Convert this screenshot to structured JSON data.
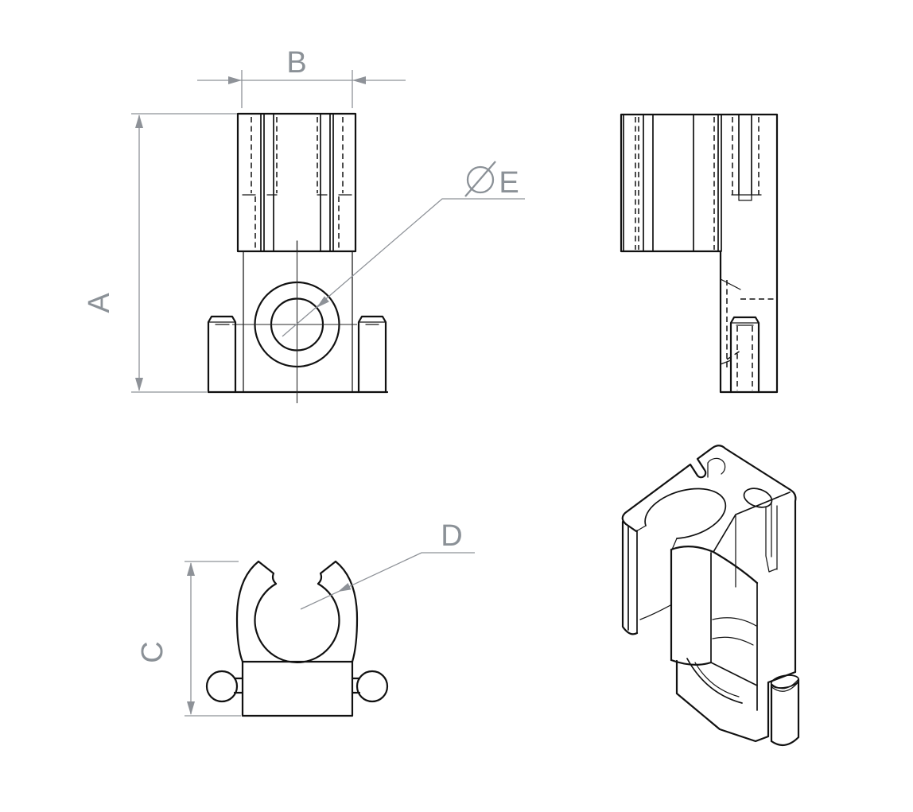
{
  "drawing": {
    "type": "engineering-multiview-technical-drawing",
    "part": "pipe-clip",
    "colors": {
      "background": "#ffffff",
      "geometry_line": "#111111",
      "dimension_line": "#8e9298",
      "label_text": "#8b9197"
    },
    "views": {
      "front": "front-view",
      "side": "side-view",
      "top": "top-view",
      "iso": "isometric-view"
    }
  },
  "dimensions": {
    "A": {
      "label": "A",
      "type": "linear-vertical",
      "view": "front"
    },
    "B": {
      "label": "B",
      "type": "linear-horizontal",
      "view": "front"
    },
    "C": {
      "label": "C",
      "type": "linear-vertical",
      "view": "top"
    },
    "D": {
      "label": "D",
      "type": "leader",
      "view": "top"
    },
    "E": {
      "label": "E",
      "symbol": "⌀",
      "type": "diameter-leader",
      "view": "front"
    }
  }
}
